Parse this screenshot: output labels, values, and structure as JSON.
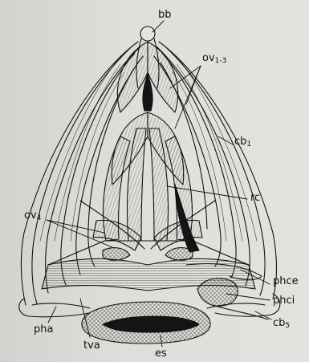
{
  "figure": {
    "labels": {
      "bb": "bb",
      "ov13": "ov",
      "ov13_sub": "1-3",
      "cb1": "cb",
      "cb1_sub": "1",
      "rc": "rc",
      "ov4": "ov",
      "ov4_sub": "4",
      "phce": "phce",
      "phci": "phci",
      "cb5": "cb",
      "cb5_sub": "5",
      "pha": "pha",
      "tva": "tva",
      "es": "es"
    }
  },
  "colors": {
    "ink": "#111111",
    "paper": "#e0e0dc",
    "dark_fill": "#141414"
  }
}
